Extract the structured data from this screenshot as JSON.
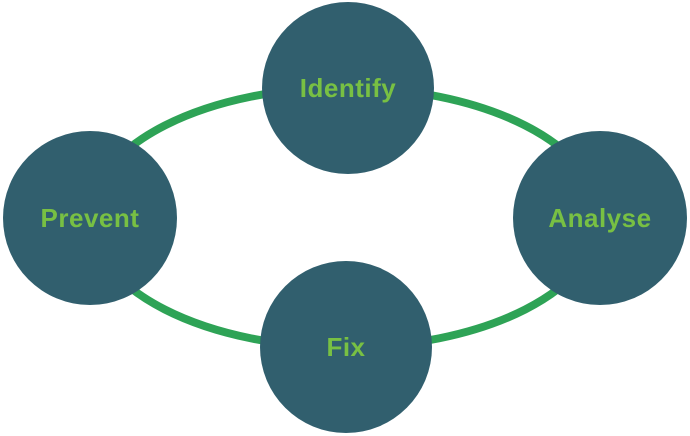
{
  "diagram": {
    "type": "cycle",
    "nodes": [
      {
        "id": "identify",
        "label": "Identify",
        "position": "top"
      },
      {
        "id": "prevent",
        "label": "Prevent",
        "position": "left"
      },
      {
        "id": "analyse",
        "label": "Analyse",
        "position": "right"
      },
      {
        "id": "fix",
        "label": "Fix",
        "position": "bottom"
      }
    ],
    "colors": {
      "node_fill": "#315F6E",
      "label": "#78C043",
      "connector": "#2EA356",
      "background": "#FFFFFF"
    }
  }
}
